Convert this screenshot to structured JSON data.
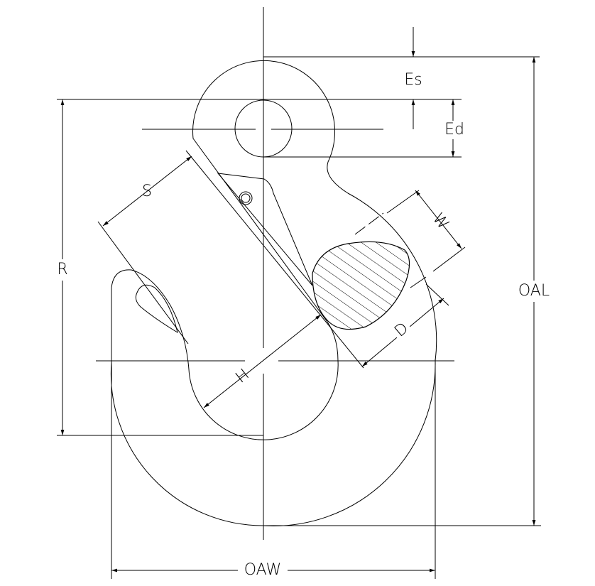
{
  "labels": {
    "es": "Es",
    "ed": "Ed",
    "s": "S",
    "w": "W",
    "r": "R",
    "oal": "OAL",
    "d": "D",
    "h": "H",
    "oaw": "OAW"
  },
  "colors": {
    "line": "#000000",
    "background": "#ffffff"
  }
}
